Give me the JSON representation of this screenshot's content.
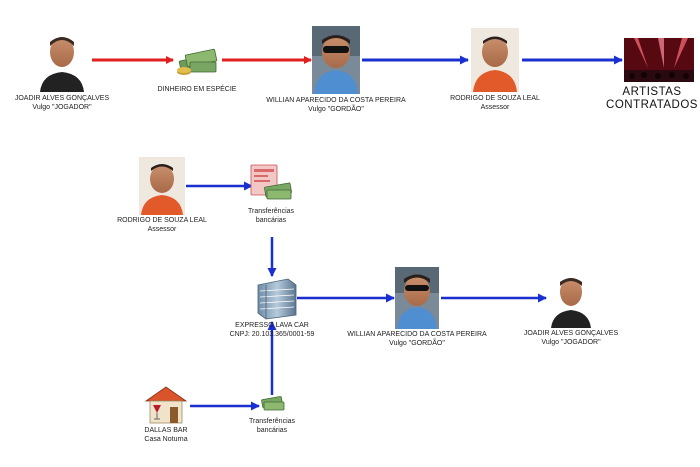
{
  "top_row": {
    "joadir": {
      "name": "JOADIR ALVES GONÇALVES",
      "alias": "Vulgo \"JOGADOR\""
    },
    "cash": {
      "label": "DINHEIRO EM ESPÉCIE"
    },
    "willian": {
      "name": "WILLIAN APARECIDO DA COSTA PEREIRA",
      "alias": "Vulgo \"GORDÃO\""
    },
    "rodrigo": {
      "name": "RODRIGO DE SOUZA LEAL",
      "role": "Assessor"
    },
    "artists": {
      "line1": "ARTISTAS",
      "line2": "CONTRATADOS"
    }
  },
  "bottom_flow": {
    "rodrigo": {
      "name": "RODRIGO DE SOUZA LEAL",
      "role": "Assessor"
    },
    "transfer1": {
      "line1": "Transferências",
      "line2": "bancárias"
    },
    "company": {
      "name": "EXPRESSO LAVA CAR",
      "cnpj": "CNPJ: 20.103.365/0001-59"
    },
    "willian": {
      "name": "WILLIAN APARECIDO DA COSTA PEREIRA",
      "alias": "Vulgo \"GORDÃO\""
    },
    "joadir": {
      "name": "JOADIR ALVES GONÇALVES",
      "alias": "Vulgo \"JOGADOR\""
    },
    "bar": {
      "name": "DALLAS BAR",
      "type": "Casa Noturna"
    },
    "transfer2": {
      "line1": "Transferências",
      "line2": "bancárias"
    }
  },
  "colors": {
    "red_arrow": "#e0201e",
    "blue_arrow": "#1a2fd0"
  }
}
